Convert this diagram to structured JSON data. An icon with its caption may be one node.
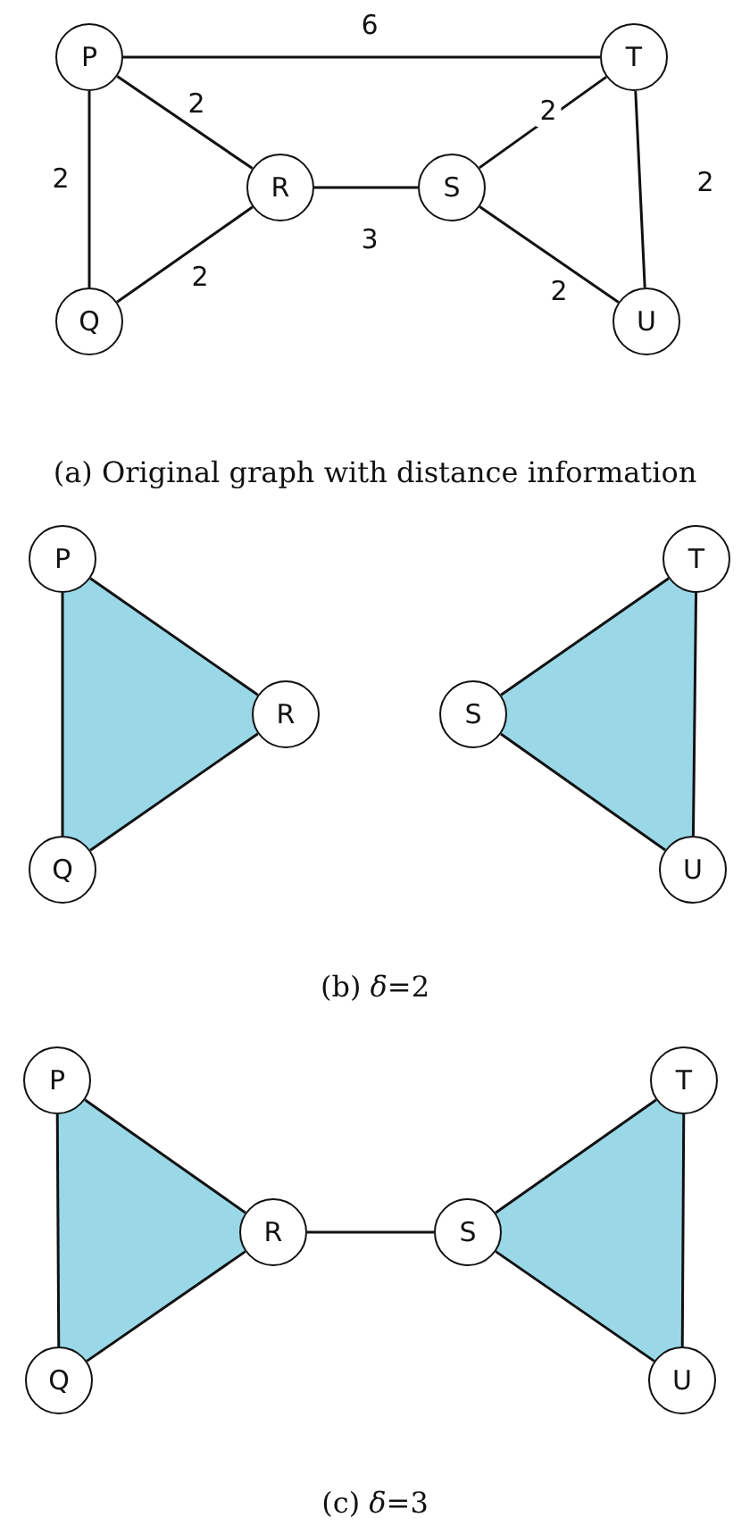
{
  "diagram": {
    "nodes": [
      {
        "text": [
          "P"
        ]
      },
      {
        "text": [
          "T"
        ]
      },
      {
        "text": [
          "R"
        ]
      },
      {
        "text": [
          "S"
        ]
      },
      {
        "text": [
          "Q"
        ]
      },
      {
        "text": [
          "U"
        ]
      },
      {
        "text": [
          "P"
        ]
      },
      {
        "text": [
          "T"
        ]
      },
      {
        "text": [
          "R"
        ]
      },
      {
        "text": [
          "S"
        ]
      },
      {
        "text": [
          "Q"
        ]
      },
      {
        "text": [
          "U"
        ]
      },
      {
        "text": [
          "P"
        ]
      },
      {
        "text": [
          "T"
        ]
      },
      {
        "text": [
          "R"
        ]
      },
      {
        "text": [
          "S"
        ]
      },
      {
        "text": [
          "Q"
        ]
      },
      {
        "text": [
          "U"
        ]
      }
    ],
    "edges": [
      {
        "from": 0,
        "to": 1,
        "arrow": "none",
        "label": "6"
      },
      {
        "from": 0,
        "to": 2,
        "arrow": "none",
        "label": "2"
      },
      {
        "from": 0,
        "to": 4,
        "arrow": "none",
        "label": "2"
      },
      {
        "from": 4,
        "to": 2,
        "arrow": "none",
        "label": "2"
      },
      {
        "from": 2,
        "to": 3,
        "arrow": "none",
        "label": "3"
      },
      {
        "from": 3,
        "to": 1,
        "arrow": "none",
        "label": "2"
      },
      {
        "from": 1,
        "to": 5,
        "arrow": "none",
        "label": "2"
      },
      {
        "from": 3,
        "to": 5,
        "arrow": "none",
        "label": "2"
      },
      {
        "from": 6,
        "to": 8,
        "arrow": "none"
      },
      {
        "from": 6,
        "to": 10,
        "arrow": "none"
      },
      {
        "from": 10,
        "to": 8,
        "arrow": "none"
      },
      {
        "from": 9,
        "to": 7,
        "arrow": "none"
      },
      {
        "from": 7,
        "to": 11,
        "arrow": "none"
      },
      {
        "from": 9,
        "to": 11,
        "arrow": "none"
      },
      {
        "from": 12,
        "to": 14,
        "arrow": "none"
      },
      {
        "from": 12,
        "to": 16,
        "arrow": "none"
      },
      {
        "from": 16,
        "to": 14,
        "arrow": "none"
      },
      {
        "from": 14,
        "to": 15,
        "arrow": "none"
      },
      {
        "from": 15,
        "to": 13,
        "arrow": "none"
      },
      {
        "from": 13,
        "to": 17,
        "arrow": "none"
      },
      {
        "from": 15,
        "to": 17,
        "arrow": "none"
      }
    ],
    "labels": [
      "(a) Original graph with distance information",
      "(b) *δ*=2",
      "(c) *δ*=3"
    ]
  }
}
